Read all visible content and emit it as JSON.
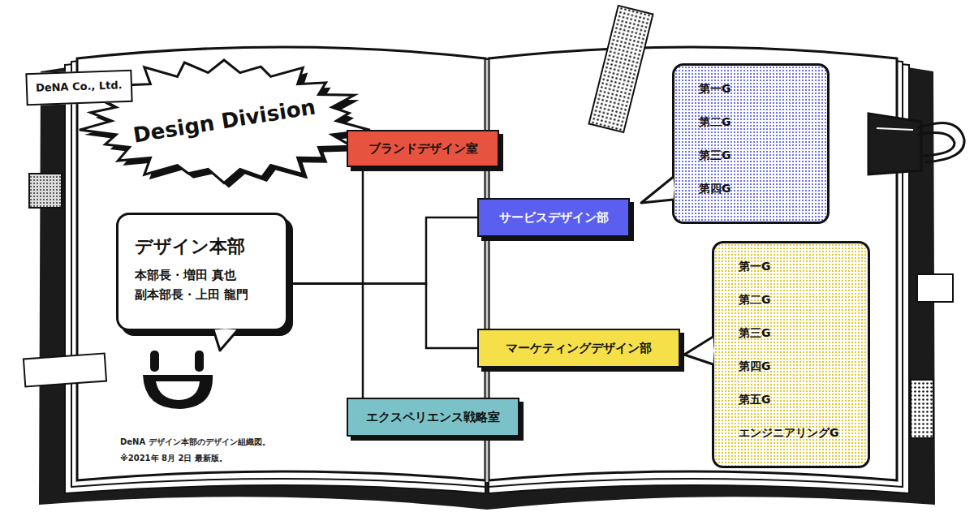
{
  "diagram": {
    "nodes": [
      {
        "text": [
          "DeNA Co., Ltd."
        ]
      },
      {
        "text": [
          "Design Division"
        ]
      },
      {
        "text": [
          "デザイン本部",
          "本部長・増田 真也",
          "副本部長・上田 龍門"
        ]
      },
      {
        "text": [
          "ブランドデザイン室"
        ]
      },
      {
        "text": [
          "サービスデザイン部"
        ]
      },
      {
        "text": [
          "第一G",
          "第二G",
          "第三G",
          "第四G"
        ]
      },
      {
        "text": [
          "マーケティングデザイン部"
        ]
      },
      {
        "text": [
          "第一G",
          "第二G",
          "第三G",
          "第四G",
          "第五G",
          "エンジニアリングG"
        ]
      },
      {
        "text": [
          "エクスペリエンス戦略室"
        ]
      }
    ],
    "edges": [
      {
        "from": 2,
        "to": 3,
        "arrow": "none"
      },
      {
        "from": 2,
        "to": 4,
        "arrow": "none"
      },
      {
        "from": 2,
        "to": 6,
        "arrow": "none"
      },
      {
        "from": 2,
        "to": 8,
        "arrow": "none"
      }
    ],
    "labels": [
      "DeNA デザイン本部のデザイン組織図。",
      "※2021年 8月 2日 最新版。"
    ]
  }
}
